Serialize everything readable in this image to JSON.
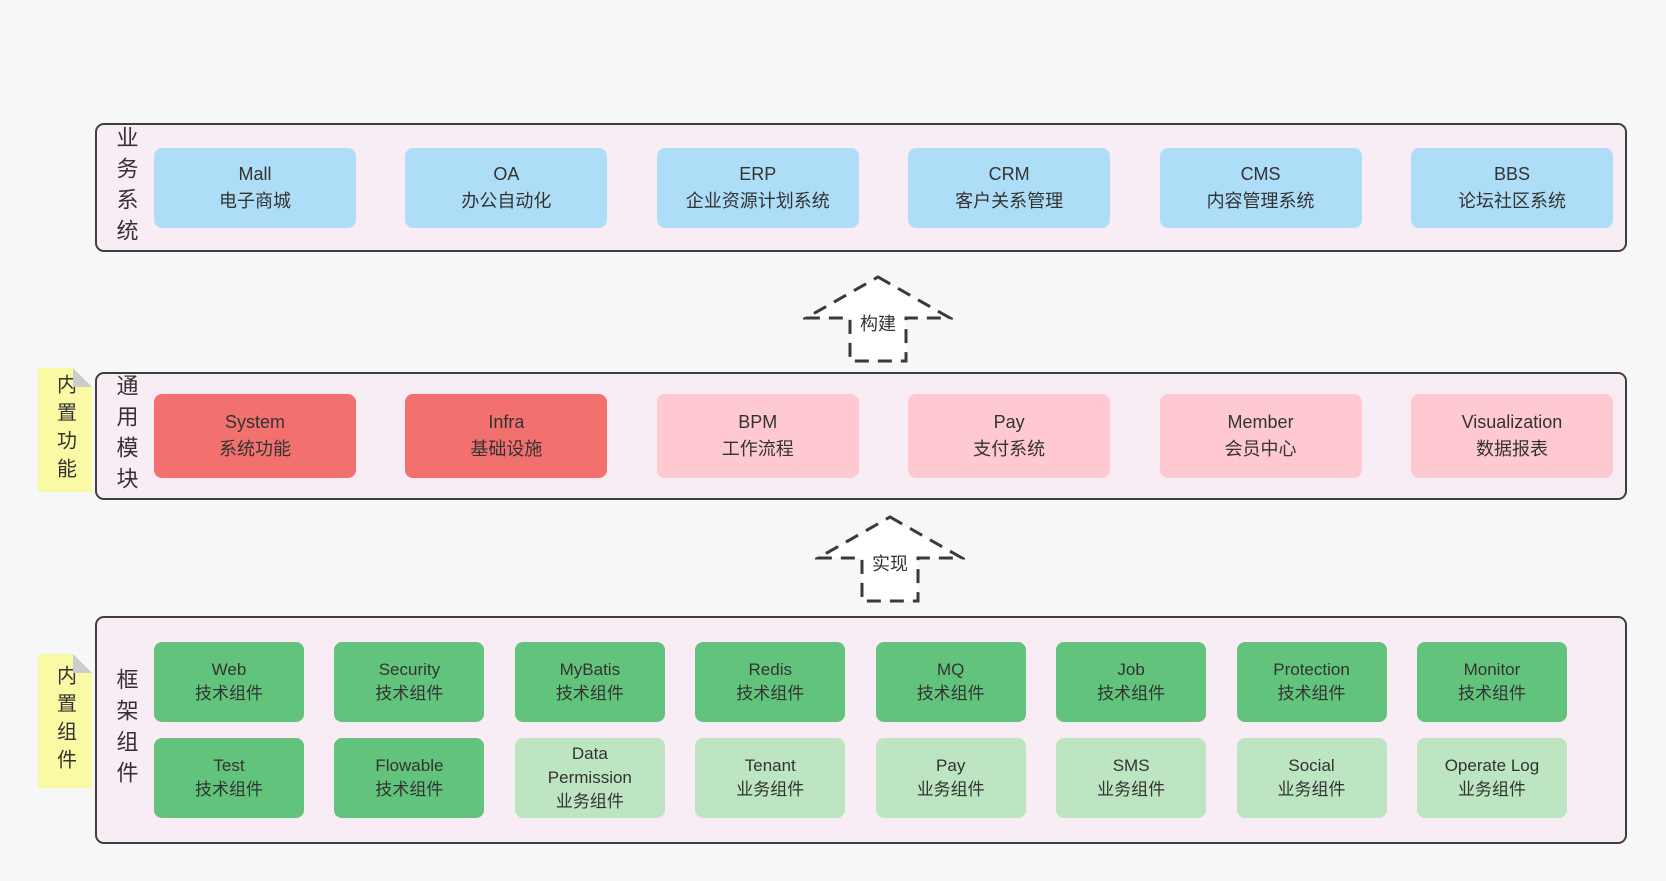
{
  "colors": {
    "background": "#f7f7f7",
    "panel_bg": "#f9edf5",
    "panel_border": "#3f3f3f",
    "box_blue": "#aeddf8",
    "box_red": "#f2706e",
    "box_pink": "#ffc9d2",
    "box_green": "#62c47c",
    "box_green_light": "#bde5c2",
    "tag_yellow": "#fafaa4",
    "tag_fold": "#cccccc",
    "text": "#333333"
  },
  "arrows": [
    {
      "label": "构建"
    },
    {
      "label": "实现"
    }
  ],
  "layers": {
    "business": {
      "label": "业务系统",
      "boxes": [
        {
          "name": "Mall",
          "desc": "电子商城"
        },
        {
          "name": "OA",
          "desc": "办公自动化"
        },
        {
          "name": "ERP",
          "desc": "企业资源计划系统"
        },
        {
          "name": "CRM",
          "desc": "客户关系管理"
        },
        {
          "name": "CMS",
          "desc": "内容管理系统"
        },
        {
          "name": "BBS",
          "desc": "论坛社区系统"
        }
      ]
    },
    "modules": {
      "label": "通用模块",
      "tag": "内置功能",
      "boxes": [
        {
          "name": "System",
          "desc": "系统功能"
        },
        {
          "name": "Infra",
          "desc": "基础设施"
        },
        {
          "name": "BPM",
          "desc": "工作流程"
        },
        {
          "name": "Pay",
          "desc": "支付系统"
        },
        {
          "name": "Member",
          "desc": "会员中心"
        },
        {
          "name": "Visualization",
          "desc": "数据报表"
        }
      ]
    },
    "components": {
      "label": "框架组件",
      "tag": "内置组件",
      "row1": [
        {
          "name": "Web",
          "desc": "技术组件"
        },
        {
          "name": "Security",
          "desc": "技术组件"
        },
        {
          "name": "MyBatis",
          "desc": "技术组件"
        },
        {
          "name": "Redis",
          "desc": "技术组件"
        },
        {
          "name": "MQ",
          "desc": "技术组件"
        },
        {
          "name": "Job",
          "desc": "技术组件"
        },
        {
          "name": "Protection",
          "desc": "技术组件"
        },
        {
          "name": "Monitor",
          "desc": "技术组件"
        }
      ],
      "row2": [
        {
          "name": "Test",
          "desc": "技术组件"
        },
        {
          "name": "Flowable",
          "desc": "技术组件"
        },
        {
          "name": "Data Permission",
          "desc": "业务组件"
        },
        {
          "name": "Tenant",
          "desc": "业务组件"
        },
        {
          "name": "Pay",
          "desc": "业务组件"
        },
        {
          "name": "SMS",
          "desc": "业务组件"
        },
        {
          "name": "Social",
          "desc": "业务组件"
        },
        {
          "name": "Operate Log",
          "desc": "业务组件"
        }
      ]
    }
  }
}
